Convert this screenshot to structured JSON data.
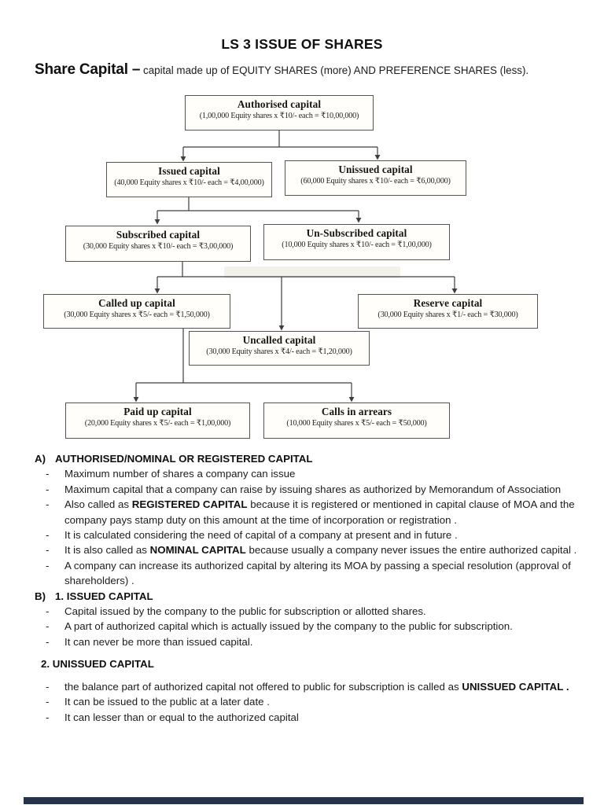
{
  "doc": {
    "title": "LS 3 ISSUE OF SHARES",
    "subtitle_lead": "Share Capital –",
    "subtitle_rest": " capital made up of EQUITY SHARES (more) AND PREFERENCE SHARES (less)."
  },
  "diagram": {
    "nodes": {
      "authorised": {
        "title": "Authorised capital",
        "detail": "(1,00,000 Equity shares x ₹10/- each = ₹10,00,000)"
      },
      "issued": {
        "title": "Issued capital",
        "detail": "(40,000 Equity shares x ₹10/- each = ₹4,00,000)"
      },
      "unissued": {
        "title": "Unissued capital",
        "detail": "(60,000 Equity shares x ₹10/- each = ₹6,00,000)"
      },
      "subscribed": {
        "title": "Subscribed capital",
        "detail": "(30,000 Equity shares x ₹10/- each = ₹3,00,000)"
      },
      "unsubscribed": {
        "title": "Un-Subscribed capital",
        "detail": "(10,000 Equity shares x ₹10/- each = ₹1,00,000)"
      },
      "calledup": {
        "title": "Called up capital",
        "detail": "(30,000 Equity shares x ₹5/- each = ₹1,50,000)"
      },
      "reserve": {
        "title": "Reserve capital",
        "detail": "(30,000 Equity shares x ₹1/- each = ₹30,000)"
      },
      "uncalled": {
        "title": "Uncalled capital",
        "detail": "(30,000 Equity shares x ₹4/- each = ₹1,20,000)"
      },
      "paidup": {
        "title": "Paid up capital",
        "detail": "(20,000 Equity shares x ₹5/- each = ₹1,00,000)"
      },
      "arrears": {
        "title": "Calls in arrears",
        "detail": "(10,000 Equity shares x ₹5/- each = ₹50,000)"
      }
    },
    "wire_color": "#3d3d3d"
  },
  "notes": {
    "sections": [
      {
        "label": "A)",
        "heading": "AUTHORISED/NOMINAL OR REGISTERED CAPITAL",
        "spaced": false,
        "bullets": [
          "Maximum number of shares a company can issue",
          "Maximum capital that a company can raise by issuing shares as authorized by Memorandum of Association",
          "Also called as **REGISTERED CAPITAL** because it is registered or mentioned in capital clause of MOA and the company pays stamp duty on this amount at the time of incorporation or registration .",
          "It is calculated considering the need of capital of a company at present and in future .",
          "It is also called as **NOMINAL CAPITAL** because usually a company never issues the entire authorized capital .",
          "A company can increase its authorized capital by altering its MOA by passing a special resolution (approval of shareholders) ."
        ]
      },
      {
        "label": "B)",
        "heading": "1. ISSUED CAPITAL",
        "spaced": false,
        "bullets": [
          "Capital issued by the company to the public for subscription or allotted shares.",
          "A part of authorized capital which is actually issued by the company to the public for subscription.",
          "It can never be more than issued capital."
        ]
      },
      {
        "label": "",
        "heading": "2. UNISSUED CAPITAL",
        "spaced": true,
        "bullets": [
          "the balance part of authorized capital not offered to public for subscription is called as **UNISSUED CAPITAL .**",
          "It can be issued to the public at a later date .",
          "It can lesser than or equal to the authorized capital"
        ]
      }
    ]
  },
  "page_end_bar": {
    "color": "#263249"
  }
}
